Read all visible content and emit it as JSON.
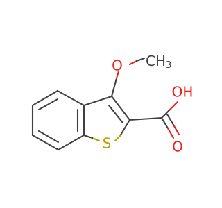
{
  "molecule": {
    "labels": {
      "methoxy_oxygen": "O",
      "methyl_group": "CH",
      "methyl_subscript": "3",
      "hydroxyl": "OH",
      "carbonyl_oxygen": "O",
      "sulfur": "S"
    },
    "colors": {
      "bond": "#404040",
      "oxygen": "#e8231f",
      "sulfur": "#b8a200",
      "carbon": "#404040"
    }
  }
}
